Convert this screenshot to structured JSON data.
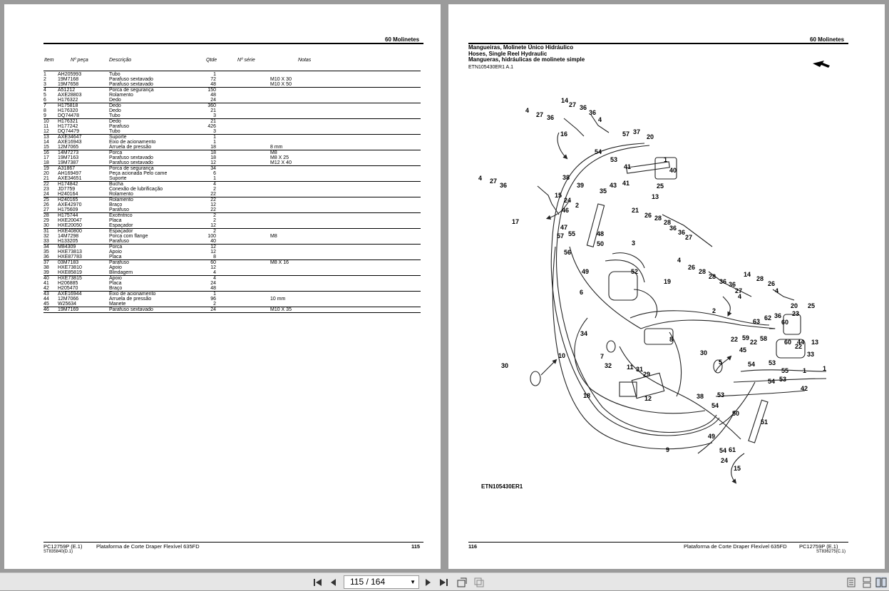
{
  "left_page": {
    "section": "60  Molinetes",
    "headers": {
      "item": "Item",
      "part": "Nº peça",
      "desc": "Descrição",
      "qty": "Qtde",
      "serial": "Nº  série",
      "notes": "Notas"
    },
    "rows": [
      {
        "item": "1",
        "part": "AH205993",
        "desc": "Tubo",
        "qty": "1",
        "notes": ""
      },
      {
        "item": "2",
        "part": "19M7168",
        "desc": "Parafuso sextavado",
        "qty": "72",
        "notes": "M10 X 30"
      },
      {
        "item": "3",
        "part": "19M7658",
        "desc": "Parafuso sextavado",
        "qty": "48",
        "notes": "M10 X 50"
      },
      {
        "item": "4",
        "part": "A51212",
        "desc": "Porca de segurança",
        "qty": "150",
        "notes": ""
      },
      {
        "item": "5",
        "part": "AXE28803",
        "desc": "Rolamento",
        "qty": "48",
        "notes": ""
      },
      {
        "item": "6",
        "part": "H176322",
        "desc": "Dedo",
        "qty": "24",
        "notes": ""
      },
      {
        "item": "7",
        "part": "H175818",
        "desc": "Dedo",
        "qty": "360",
        "notes": ""
      },
      {
        "item": "8",
        "part": "H176320",
        "desc": "Dedo",
        "qty": "21",
        "notes": ""
      },
      {
        "item": "9",
        "part": "DQ74478",
        "desc": "Tubo",
        "qty": "3",
        "notes": ""
      },
      {
        "item": "10",
        "part": "H176321",
        "desc": "Dedo",
        "qty": "21",
        "notes": ""
      },
      {
        "item": "11",
        "part": "H177242",
        "desc": "Parafuso",
        "qty": "426",
        "notes": ""
      },
      {
        "item": "12",
        "part": "DQ74479",
        "desc": "Tubo",
        "qty": "3",
        "notes": ""
      },
      {
        "item": "13",
        "part": "AXE34647",
        "desc": "Suporte",
        "qty": "1",
        "notes": ""
      },
      {
        "item": "14",
        "part": "AXE16943",
        "desc": "Eixo de acionamento",
        "qty": "1",
        "notes": ""
      },
      {
        "item": "15",
        "part": "12M7065",
        "desc": "Arruela de pressão",
        "qty": "18",
        "notes": "8 mm"
      },
      {
        "item": "16",
        "part": "14M7273",
        "desc": "Porca",
        "qty": "18",
        "notes": "M8"
      },
      {
        "item": "17",
        "part": "19M7163",
        "desc": "Parafuso sextavado",
        "qty": "18",
        "notes": "M8 X 25"
      },
      {
        "item": "18",
        "part": "19M7387",
        "desc": "Parafuso sextavado",
        "qty": "12",
        "notes": "M12 X 40"
      },
      {
        "item": "19",
        "part": "A31867",
        "desc": "Porca de segurança",
        "qty": "34",
        "notes": ""
      },
      {
        "item": "20",
        "part": "AH169497",
        "desc": "Peça acionada Pelo came",
        "qty": "6",
        "notes": ""
      },
      {
        "item": "21",
        "part": "AXE34651",
        "desc": "Suporte",
        "qty": "1",
        "notes": ""
      },
      {
        "item": "22",
        "part": "H174842",
        "desc": "Bucha",
        "qty": "4",
        "notes": ""
      },
      {
        "item": "23",
        "part": "JD7759",
        "desc": "Conexão de lubrificação",
        "qty": "2",
        "notes": ""
      },
      {
        "item": "24",
        "part": "H240164",
        "desc": "Rolamento",
        "qty": "22",
        "notes": ""
      },
      {
        "item": "25",
        "part": "H240165",
        "desc": "Rolamento",
        "qty": "22",
        "notes": ""
      },
      {
        "item": "26",
        "part": "AXE42970",
        "desc": "Braço",
        "qty": "12",
        "notes": ""
      },
      {
        "item": "27",
        "part": "H175609",
        "desc": "Parafuso",
        "qty": "22",
        "notes": ""
      },
      {
        "item": "28",
        "part": "H175744",
        "desc": "Excêntrico",
        "qty": "2",
        "notes": ""
      },
      {
        "item": "29",
        "part": "HXE20047",
        "desc": "Placa",
        "qty": "2",
        "notes": ""
      },
      {
        "item": "30",
        "part": "HXE20050",
        "desc": "Espaçador",
        "qty": "12",
        "notes": ""
      },
      {
        "item": "31",
        "part": "HXE40800",
        "desc": "Espaçador",
        "qty": "2",
        "notes": ""
      },
      {
        "item": "32",
        "part": "14M7298",
        "desc": "Porca com flange",
        "qty": "100",
        "notes": "M8"
      },
      {
        "item": "33",
        "part": "H133205",
        "desc": "Parafuso",
        "qty": "40",
        "notes": ""
      },
      {
        "item": "34",
        "part": "M84309",
        "desc": "Porca",
        "qty": "12",
        "notes": ""
      },
      {
        "item": "35",
        "part": "HXE73813",
        "desc": "Apoio",
        "qty": "12",
        "notes": ""
      },
      {
        "item": "36",
        "part": "HXE87783",
        "desc": "Placa",
        "qty": "8",
        "notes": ""
      },
      {
        "item": "37",
        "part": "03M7183",
        "desc": "Parafuso",
        "qty": "60",
        "notes": "M8 X 16"
      },
      {
        "item": "38",
        "part": "HXE73810",
        "desc": "Apoio",
        "qty": "12",
        "notes": ""
      },
      {
        "item": "39",
        "part": "HXE85819",
        "desc": "Blindagem",
        "qty": "4",
        "notes": ""
      },
      {
        "item": "40",
        "part": "HXE73815",
        "desc": "Apoio",
        "qty": "4",
        "notes": ""
      },
      {
        "item": "41",
        "part": "H206885",
        "desc": "Placa",
        "qty": "24",
        "notes": ""
      },
      {
        "item": "42",
        "part": "H205470",
        "desc": "Braço",
        "qty": "48",
        "notes": ""
      },
      {
        "item": "43",
        "part": "AXE16944",
        "desc": "Eixo de acionamento",
        "qty": "1",
        "notes": ""
      },
      {
        "item": "44",
        "part": "12M7066",
        "desc": "Arruela de pressão",
        "qty": "96",
        "notes": "10 mm"
      },
      {
        "item": "45",
        "part": "W25634",
        "desc": "Manete",
        "qty": "2",
        "notes": ""
      },
      {
        "item": "46",
        "part": "19M7169",
        "desc": "Parafuso sextavado",
        "qty": "24",
        "notes": "M10 X 35"
      }
    ],
    "footer": {
      "doc": "PC12759P    (E.1)",
      "title": "Plataforma de Corte Draper Flexível 635FD",
      "page": "115",
      "code": "ST835840(D.1)"
    }
  },
  "right_page": {
    "section": "60  Molinetes",
    "title_pt": "Mangueiras, Molinete Único Hidráulico",
    "title_en": "Hoses, Single Reel Hydraulic",
    "title_es": "Mangueras, hidráulicas de molinete simple",
    "ref": "ETN105430ER1  A.1",
    "figure_id": "ETN105430ER1",
    "callouts": [
      {
        "id": "c14a",
        "t": "14"
      },
      {
        "id": "c27a",
        "t": "27"
      },
      {
        "id": "c36a",
        "t": "36"
      },
      {
        "id": "c4a",
        "t": "4"
      },
      {
        "id": "c27b",
        "t": "27"
      },
      {
        "id": "c36b",
        "t": "36"
      },
      {
        "id": "c36c",
        "t": "36"
      },
      {
        "id": "c4b",
        "t": "4"
      },
      {
        "id": "c16",
        "t": "16"
      },
      {
        "id": "c57a",
        "t": "57"
      },
      {
        "id": "c37",
        "t": "37"
      },
      {
        "id": "c20a",
        "t": "20"
      },
      {
        "id": "c54a",
        "t": "54"
      },
      {
        "id": "c53a",
        "t": "53"
      },
      {
        "id": "c1a",
        "t": "1"
      },
      {
        "id": "c41a",
        "t": "41"
      },
      {
        "id": "c41b",
        "t": "41"
      },
      {
        "id": "c40",
        "t": "40"
      },
      {
        "id": "c38a",
        "t": "38"
      },
      {
        "id": "c39",
        "t": "39"
      },
      {
        "id": "c43",
        "t": "43"
      },
      {
        "id": "c35",
        "t": "35"
      },
      {
        "id": "c25a",
        "t": "25"
      },
      {
        "id": "c13a",
        "t": "13"
      },
      {
        "id": "c4c",
        "t": "4"
      },
      {
        "id": "c27c",
        "t": "27"
      },
      {
        "id": "c36d",
        "t": "36"
      },
      {
        "id": "c15a",
        "t": "15"
      },
      {
        "id": "c24a",
        "t": "24"
      },
      {
        "id": "c2a",
        "t": "2"
      },
      {
        "id": "c46",
        "t": "46"
      },
      {
        "id": "c17",
        "t": "17"
      },
      {
        "id": "c47",
        "t": "47"
      },
      {
        "id": "c57b",
        "t": "57"
      },
      {
        "id": "c55a",
        "t": "55"
      },
      {
        "id": "c48",
        "t": "48"
      },
      {
        "id": "c56",
        "t": "56"
      },
      {
        "id": "c50a",
        "t": "50"
      },
      {
        "id": "c49a",
        "t": "49"
      },
      {
        "id": "c21",
        "t": "21"
      },
      {
        "id": "c26a",
        "t": "26"
      },
      {
        "id": "c28a",
        "t": "28"
      },
      {
        "id": "c28b",
        "t": "28"
      },
      {
        "id": "c36e",
        "t": "36"
      },
      {
        "id": "c36f",
        "t": "36"
      },
      {
        "id": "c27d",
        "t": "27"
      },
      {
        "id": "c3",
        "t": "3"
      },
      {
        "id": "c4d",
        "t": "4"
      },
      {
        "id": "c52",
        "t": "52"
      },
      {
        "id": "c19",
        "t": "19"
      },
      {
        "id": "c26b",
        "t": "26"
      },
      {
        "id": "c28c",
        "t": "28"
      },
      {
        "id": "c28d",
        "t": "28"
      },
      {
        "id": "c36g",
        "t": "36"
      },
      {
        "id": "c36h",
        "t": "36"
      },
      {
        "id": "c27e",
        "t": "27"
      },
      {
        "id": "c4e",
        "t": "4"
      },
      {
        "id": "c14b",
        "t": "14"
      },
      {
        "id": "c28e",
        "t": "28"
      },
      {
        "id": "c26c",
        "t": "26"
      },
      {
        "id": "c4f",
        "t": "4"
      },
      {
        "id": "c6",
        "t": "6"
      },
      {
        "id": "c2b",
        "t": "2"
      },
      {
        "id": "c20b",
        "t": "20"
      },
      {
        "id": "c25b",
        "t": "25"
      },
      {
        "id": "c63",
        "t": "63"
      },
      {
        "id": "c62",
        "t": "62"
      },
      {
        "id": "c36i",
        "t": "36"
      },
      {
        "id": "c23",
        "t": "23"
      },
      {
        "id": "c60a",
        "t": "60"
      },
      {
        "id": "c8",
        "t": "8"
      },
      {
        "id": "c34",
        "t": "34"
      },
      {
        "id": "c22a",
        "t": "22"
      },
      {
        "id": "c59",
        "t": "59"
      },
      {
        "id": "c22b",
        "t": "22"
      },
      {
        "id": "c58",
        "t": "58"
      },
      {
        "id": "c60b",
        "t": "60"
      },
      {
        "id": "c44",
        "t": "44"
      },
      {
        "id": "c13b",
        "t": "13"
      },
      {
        "id": "c45",
        "t": "45"
      },
      {
        "id": "c22c",
        "t": "22"
      },
      {
        "id": "c7",
        "t": "7"
      },
      {
        "id": "c10",
        "t": "10"
      },
      {
        "id": "c30a",
        "t": "30"
      },
      {
        "id": "c33",
        "t": "33"
      },
      {
        "id": "c5",
        "t": "5"
      },
      {
        "id": "c54b",
        "t": "54"
      },
      {
        "id": "c53b",
        "t": "53"
      },
      {
        "id": "c55b",
        "t": "55"
      },
      {
        "id": "c1b",
        "t": "1"
      },
      {
        "id": "c1c",
        "t": "1"
      },
      {
        "id": "c54c",
        "t": "54"
      },
      {
        "id": "c53c",
        "t": "53"
      },
      {
        "id": "c42",
        "t": "42"
      },
      {
        "id": "c30b",
        "t": "30"
      },
      {
        "id": "c32",
        "t": "32"
      },
      {
        "id": "c11",
        "t": "11"
      },
      {
        "id": "c31",
        "t": "31"
      },
      {
        "id": "c29",
        "t": "29"
      },
      {
        "id": "c12",
        "t": "12"
      },
      {
        "id": "c18",
        "t": "18"
      },
      {
        "id": "c38b",
        "t": "38"
      },
      {
        "id": "c53d",
        "t": "53"
      },
      {
        "id": "c54d",
        "t": "54"
      },
      {
        "id": "c50b",
        "t": "50"
      },
      {
        "id": "c51",
        "t": "51"
      },
      {
        "id": "c49b",
        "t": "49"
      },
      {
        "id": "c54e",
        "t": "54"
      },
      {
        "id": "c61",
        "t": "61"
      },
      {
        "id": "c9",
        "t": "9"
      },
      {
        "id": "c24b",
        "t": "24"
      },
      {
        "id": "c15b",
        "t": "15"
      }
    ],
    "footer": {
      "page": "116",
      "title": "Plataforma de Corte Draper Flexível 635FD",
      "doc": "PC12759P    (E.1)",
      "code": "ST836275(C.1)"
    }
  },
  "toolbar": {
    "page_indicator": "115 / 164",
    "icons": [
      "first-page-icon",
      "prev-page-icon",
      "next-page-icon",
      "last-page-icon",
      "rotate-icon",
      "copy-pages-icon",
      "single-page-view-icon",
      "continuous-view-icon",
      "two-page-view-icon"
    ]
  }
}
